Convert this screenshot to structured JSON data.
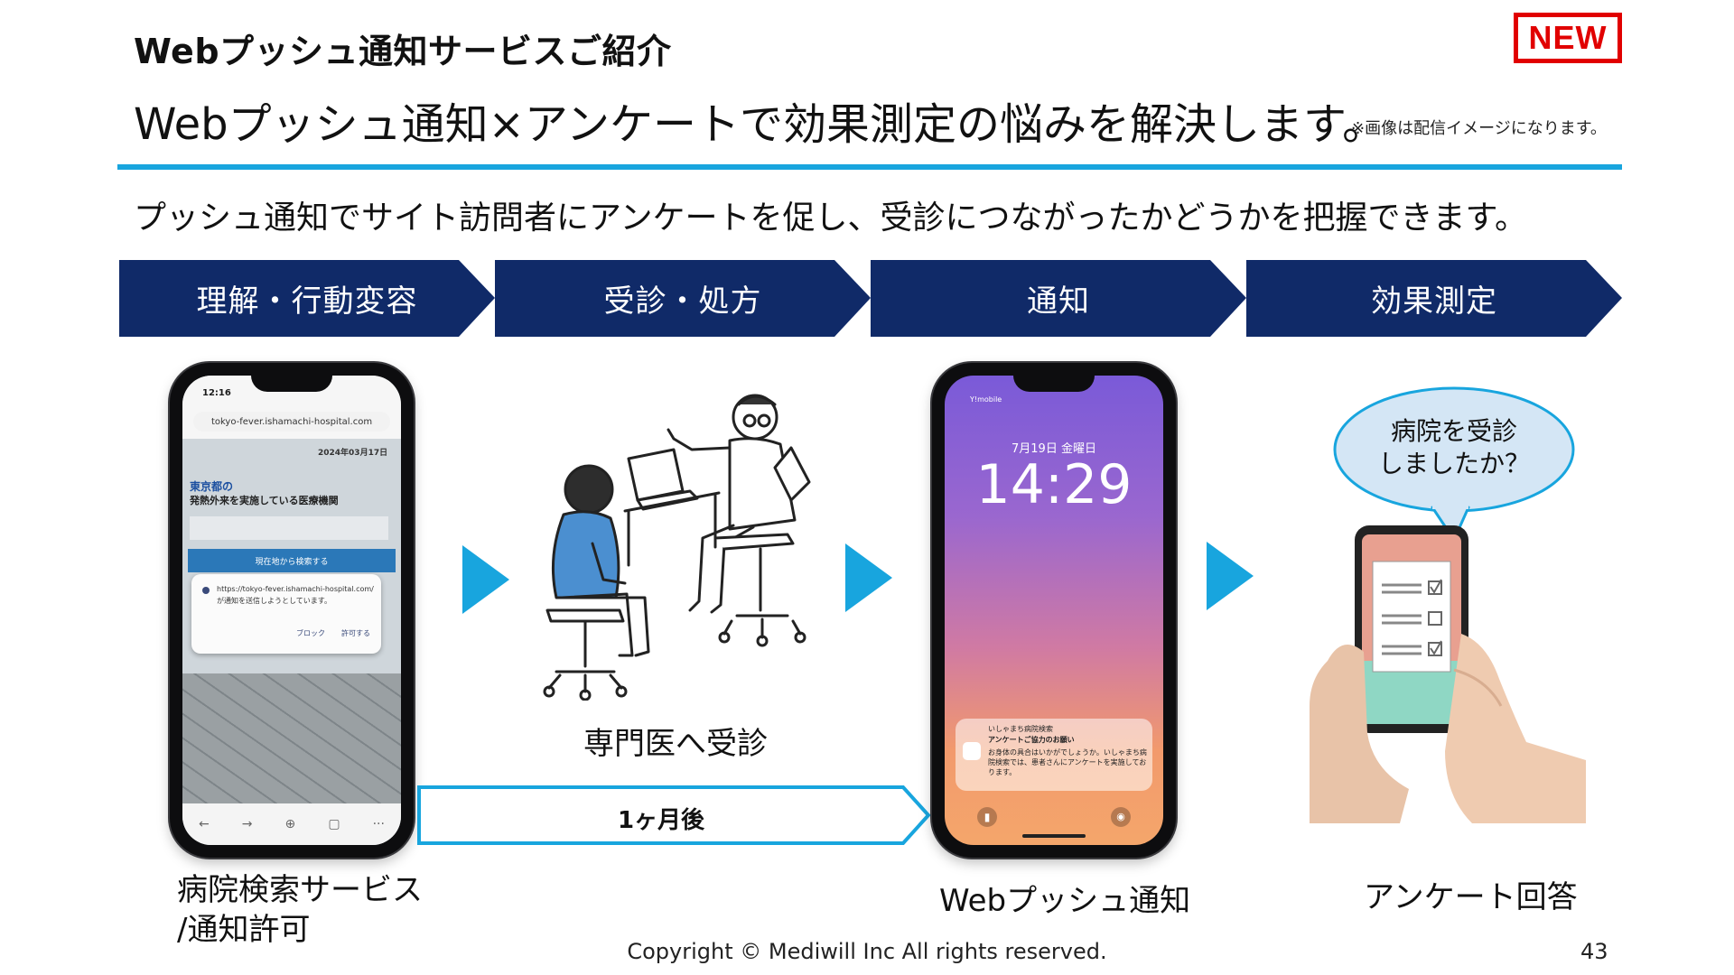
{
  "header": {
    "title": "Webプッシュ通知サービスご紹介",
    "subtitle": "Webプッシュ通知×アンケートで効果測定の悩みを解決します。",
    "badge": "NEW",
    "note": "※画像は配信イメージになります。"
  },
  "lead": "プッシュ通知でサイト訪問者にアンケートを促し、受診につながったかどうかを把握できます。",
  "steps": [
    {
      "label": "理解・行動変容"
    },
    {
      "label": "受診・処方"
    },
    {
      "label": "通知"
    },
    {
      "label": "効果測定"
    }
  ],
  "phone1": {
    "time": "12:16",
    "url": "tokyo-fever.ishamachi-hospital.com",
    "date": "2024年03月17日",
    "heading_city": "東京都の",
    "heading": "発熱外来を実施している医療機関",
    "search_button": "現在地から検索する",
    "dialog_url": "https://tokyo-fever.ishamachi-hospital.com/",
    "dialog_text": "が通知を送信しようとしています。",
    "dialog_block": "ブロック",
    "dialog_allow": "許可する"
  },
  "phone2": {
    "carrier": "Y!mobile",
    "date": "7月19日 金曜日",
    "time": "14:29",
    "notif_app": "いしゃまち病院検索",
    "notif_title": "アンケートご協力のお願い",
    "notif_body": "お身体の具合はいかがでしょうか。いしゃまち病院検索では、患者さんにアンケートを実施しております。"
  },
  "speech_bubble": "病院を受診\nしましたか？",
  "timeline_label": "1ヶ月後",
  "captions": {
    "hospital": "専門医へ受診",
    "phone1": "病院検索サービス\n/通知許可",
    "phone2": "Webプッシュ通知",
    "survey": "アンケート回答"
  },
  "footer": "Copyright © Mediwill Inc All rights reserved.",
  "page_number": "43",
  "colors": {
    "navy": "#102a68",
    "accent_blue": "#18a5de",
    "badge_red": "#e10000"
  }
}
